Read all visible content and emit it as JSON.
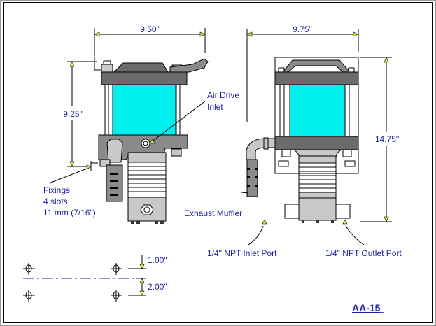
{
  "dimensions": {
    "side_width": "9.50\"",
    "side_height": "9.25\"",
    "front_width": "9.75\"",
    "front_height": "14.75\"",
    "hole_offset": "1.00\"",
    "hole_spacing": "2.00\""
  },
  "labels": {
    "air_drive_line1": "Air Drive",
    "air_drive_line2": "Inlet",
    "fixings_line1": "Fixings",
    "fixings_line2": "4 slots",
    "fixings_line3": "11 mm (7/16\")",
    "exhaust_muffler": "Exhaust Muffler",
    "inlet_port": "1/4\" NPT Inlet Port",
    "outlet_port": "1/4\" NPT Outlet Port"
  },
  "model": "AA-15",
  "colors": {
    "text": "#1f1fa8",
    "cylinder": "#00f0f0",
    "arrow": "#e8e840"
  }
}
